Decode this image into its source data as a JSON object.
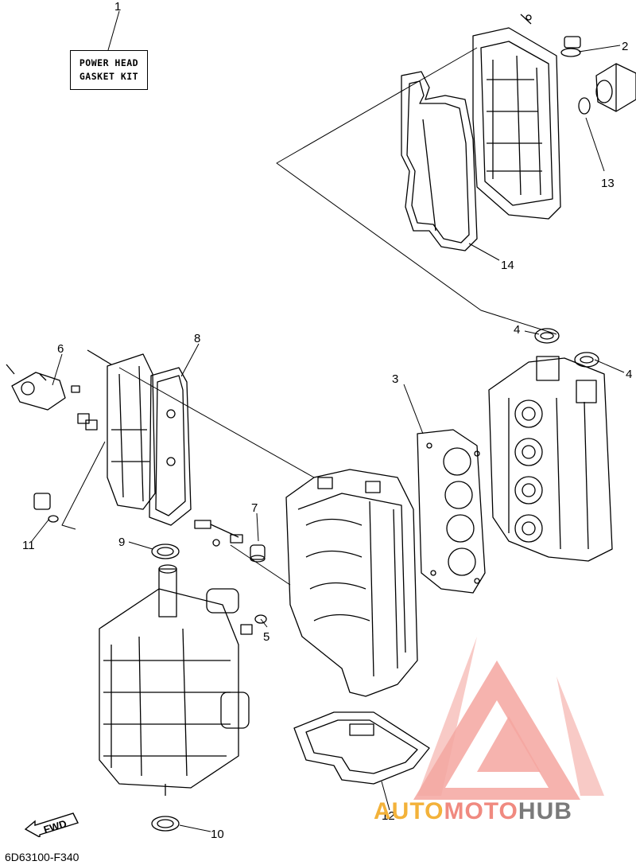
{
  "kit_label": {
    "line1": "POWER HEAD",
    "line2": "GASKET KIT"
  },
  "callouts": [
    {
      "id": "c1",
      "text": "1"
    },
    {
      "id": "c2",
      "text": "2"
    },
    {
      "id": "c3",
      "text": "3"
    },
    {
      "id": "c4a",
      "text": "4"
    },
    {
      "id": "c4b",
      "text": "4"
    },
    {
      "id": "c5",
      "text": "5"
    },
    {
      "id": "c6",
      "text": "6"
    },
    {
      "id": "c7",
      "text": "7"
    },
    {
      "id": "c8",
      "text": "8"
    },
    {
      "id": "c9",
      "text": "9"
    },
    {
      "id": "c10",
      "text": "10"
    },
    {
      "id": "c11",
      "text": "11"
    },
    {
      "id": "c12",
      "text": "12"
    },
    {
      "id": "c13",
      "text": "13"
    },
    {
      "id": "c14",
      "text": "14"
    }
  ],
  "fwd_label": "FWD",
  "diagram_code": "6D63100-F340",
  "watermark": {
    "part1": "AUTO",
    "part2": "MOTO",
    "part3": "HUB",
    "color_red": "#f4a6a0",
    "color_yellow": "#f3b23a",
    "color_grey": "#7a7a7a"
  }
}
